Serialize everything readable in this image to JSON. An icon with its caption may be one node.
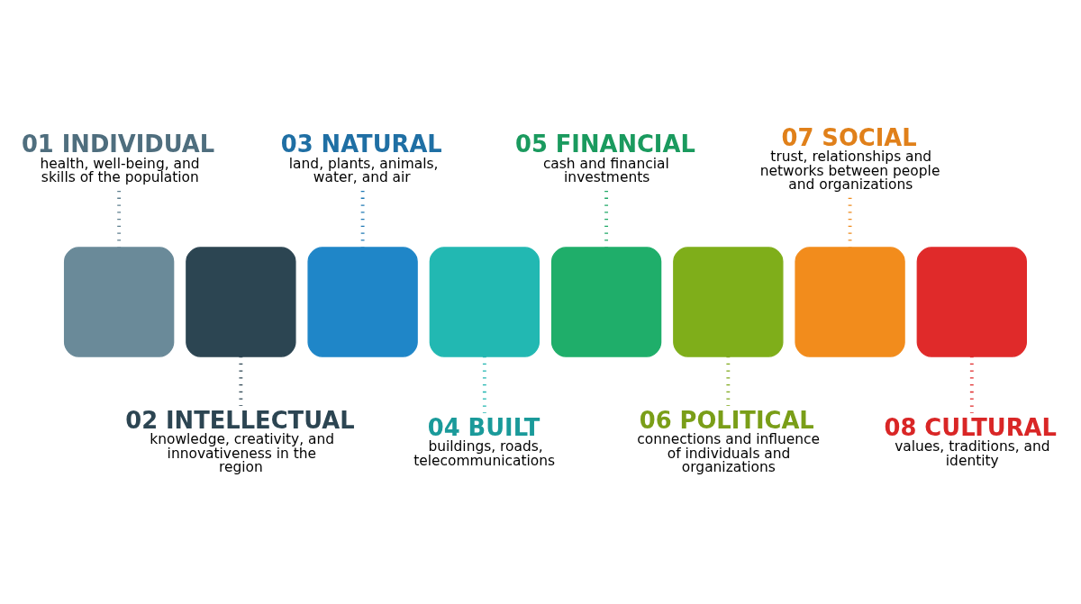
{
  "diagram": {
    "nodes": [
      {
        "text": [
          "01 INDIVIDUAL",
          "health, well-being, and skills of the population"
        ]
      },
      {
        "text": [
          "03 NATURAL",
          "land, plants, animals, water, and air"
        ]
      },
      {
        "text": [
          "05 FINANCIAL",
          "cash and financial investments"
        ]
      },
      {
        "text": [
          "07 SOCIAL",
          "trust, relationships and networks between people and organizations"
        ]
      },
      {
        "text": [],
        "shape": "box"
      },
      {
        "text": [],
        "shape": "box"
      },
      {
        "text": [],
        "shape": "box"
      },
      {
        "text": [],
        "shape": "box"
      },
      {
        "text": [],
        "shape": "box"
      },
      {
        "text": [],
        "shape": "box"
      },
      {
        "text": [],
        "shape": "box"
      },
      {
        "text": [],
        "shape": "box"
      },
      {
        "text": [
          "02 INTELLECTUAL",
          "knowledge, creativity, and innovativeness in the region"
        ]
      },
      {
        "text": [
          "04 BUILT",
          "buildings, roads, telecommunications"
        ]
      },
      {
        "text": [
          "06 POLITICAL",
          "connections and influence of individuals and organizations"
        ]
      },
      {
        "text": [
          "08 CULTURAL",
          "values, traditions, and identity"
        ]
      }
    ],
    "edges": [
      {
        "from": 0,
        "to": 4,
        "arrow": "none",
        "style": "dashed",
        "color": "#5e7f8e"
      },
      {
        "from": 1,
        "to": 6,
        "arrow": "none",
        "style": "dashed",
        "color": "#1f78b4"
      },
      {
        "from": 2,
        "to": 8,
        "arrow": "none",
        "style": "dashed",
        "color": "#1fa866"
      },
      {
        "from": 3,
        "to": 10,
        "arrow": "none",
        "style": "dashed",
        "color": "#ee8a1c"
      },
      {
        "from": 5,
        "to": 12,
        "arrow": "none",
        "style": "dashed",
        "color": "#2c4552"
      },
      {
        "from": 7,
        "to": 13,
        "arrow": "none",
        "style": "dashed",
        "color": "#1fb5b0"
      },
      {
        "from": 9,
        "to": 14,
        "arrow": "none",
        "style": "dashed",
        "color": "#7fa81c"
      },
      {
        "from": 11,
        "to": 15,
        "arrow": "none",
        "style": "dashed",
        "color": "#e02a2a"
      }
    ]
  }
}
